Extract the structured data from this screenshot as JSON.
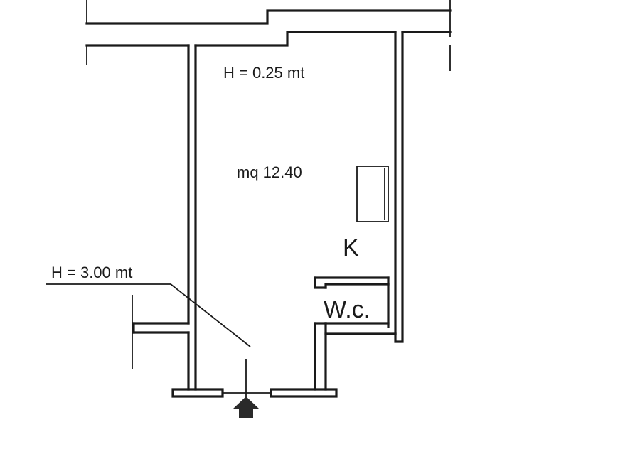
{
  "labels": {
    "ceiling_top": "H = 0.25 mt",
    "area": "mq  12.40",
    "kitchen": "K",
    "wc": "W.c.",
    "height": "H = 3.00 mt"
  }
}
